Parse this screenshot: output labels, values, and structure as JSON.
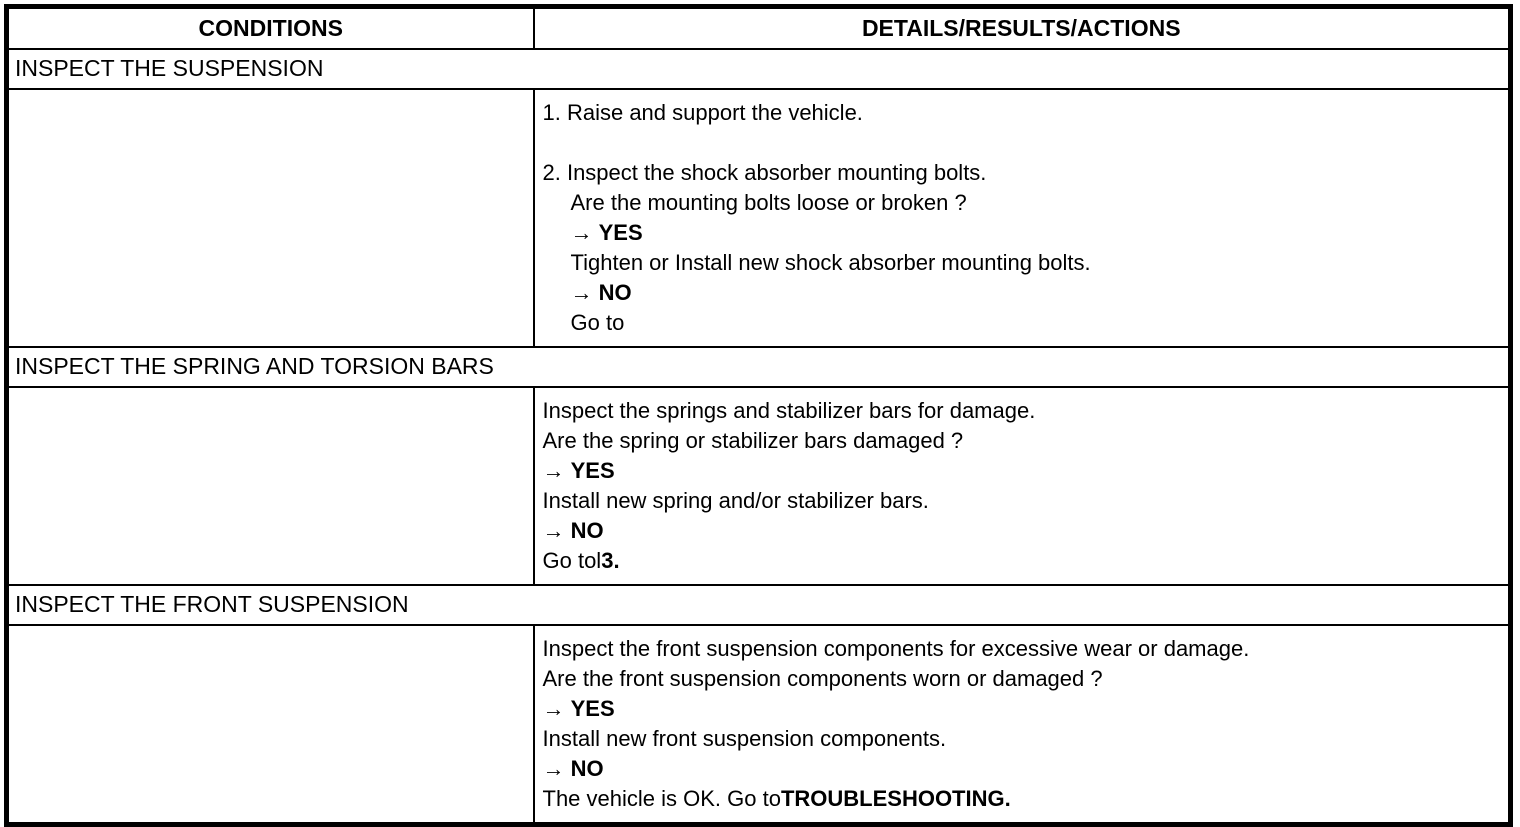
{
  "colors": {
    "border": "#000000",
    "text": "#000000",
    "background": "#ffffff"
  },
  "table": {
    "headers": [
      "CONDITIONS",
      "DETAILS/RESULTS/ACTIONS"
    ],
    "sections": [
      {
        "title": "INSPECT THE SUSPENSION",
        "conditions": "",
        "lines": [
          {
            "indent": 0,
            "segments": [
              {
                "text": "1. Raise and support the vehicle.",
                "bold": false
              }
            ]
          },
          {
            "blank": true
          },
          {
            "indent": 0,
            "segments": [
              {
                "text": "2. Inspect the shock absorber mounting bolts.",
                "bold": false
              }
            ]
          },
          {
            "indent": 1,
            "segments": [
              {
                "text": "Are the mounting bolts loose or broken ?",
                "bold": false
              }
            ]
          },
          {
            "indent": 1,
            "segments": [
              {
                "text": "→ ",
                "bold": false,
                "icon": "right-arrow"
              },
              {
                "text": "YES",
                "bold": true
              }
            ]
          },
          {
            "indent": 1,
            "segments": [
              {
                "text": "Tighten or Install new shock absorber mounting bolts.",
                "bold": false
              }
            ]
          },
          {
            "indent": 1,
            "segments": [
              {
                "text": "→ ",
                "bold": false,
                "icon": "right-arrow"
              },
              {
                "text": "NO",
                "bold": true
              }
            ]
          },
          {
            "indent": 1,
            "segments": [
              {
                "text": "Go to",
                "bold": false
              }
            ]
          }
        ]
      },
      {
        "title": "INSPECT THE SPRING AND TORSION BARS",
        "conditions": "",
        "lines": [
          {
            "indent": 0,
            "segments": [
              {
                "text": "Inspect the springs and stabilizer bars for damage.",
                "bold": false
              }
            ]
          },
          {
            "indent": 0,
            "segments": [
              {
                "text": "Are the spring or stabilizer bars damaged ?",
                "bold": false
              }
            ]
          },
          {
            "indent": 0,
            "segments": [
              {
                "text": "→ ",
                "bold": false,
                "icon": "right-arrow"
              },
              {
                "text": "YES",
                "bold": true
              }
            ]
          },
          {
            "indent": 0,
            "segments": [
              {
                "text": "Install new spring and/or stabilizer bars.",
                "bold": false
              }
            ]
          },
          {
            "indent": 0,
            "segments": [
              {
                "text": "→ ",
                "bold": false,
                "icon": "right-arrow"
              },
              {
                "text": "NO",
                "bold": true
              }
            ]
          },
          {
            "indent": 0,
            "segments": [
              {
                "text": "Go tol",
                "bold": false
              },
              {
                "text": "3.",
                "bold": true
              }
            ]
          }
        ]
      },
      {
        "title": "INSPECT THE FRONT SUSPENSION",
        "conditions": "",
        "lines": [
          {
            "indent": 0,
            "segments": [
              {
                "text": "Inspect the front suspension components for excessive wear or damage.",
                "bold": false
              }
            ]
          },
          {
            "indent": 0,
            "segments": [
              {
                "text": "Are the front suspension components worn or damaged ?",
                "bold": false
              }
            ]
          },
          {
            "indent": 0,
            "segments": [
              {
                "text": "→ ",
                "bold": false,
                "icon": "right-arrow"
              },
              {
                "text": "YES",
                "bold": true
              }
            ]
          },
          {
            "indent": 0,
            "segments": [
              {
                "text": "Install new front suspension components.",
                "bold": false
              }
            ]
          },
          {
            "indent": 0,
            "segments": [
              {
                "text": "→ ",
                "bold": false,
                "icon": "right-arrow"
              },
              {
                "text": "NO",
                "bold": true
              }
            ]
          },
          {
            "indent": 0,
            "segments": [
              {
                "text": "The vehicle is OK. Go to",
                "bold": false
              },
              {
                "text": "TROUBLESHOOTING.",
                "bold": true
              }
            ]
          }
        ]
      }
    ]
  }
}
